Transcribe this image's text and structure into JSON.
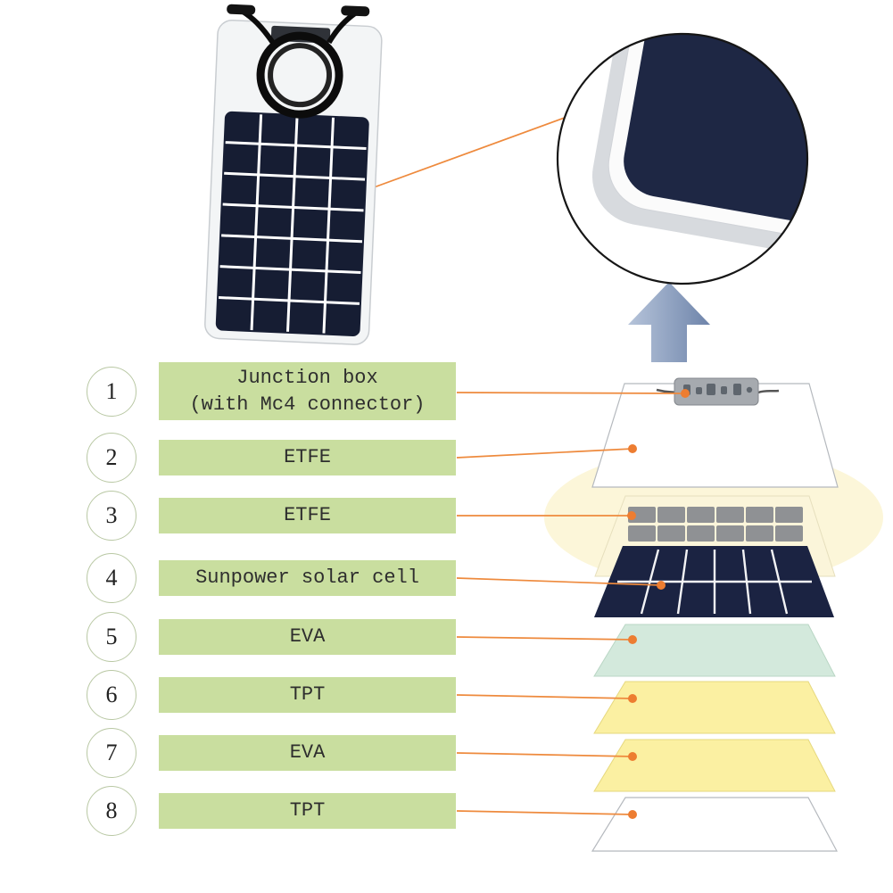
{
  "rows": [
    {
      "number": "1",
      "label": "Junction box\n(with Mc4 connector)"
    },
    {
      "number": "2",
      "label": "ETFE"
    },
    {
      "number": "3",
      "label": "ETFE"
    },
    {
      "number": "4",
      "label": "Sunpower solar cell"
    },
    {
      "number": "5",
      "label": "EVA"
    },
    {
      "number": "6",
      "label": "TPT"
    },
    {
      "number": "7",
      "label": "EVA"
    },
    {
      "number": "8",
      "label": "TPT"
    }
  ],
  "colors": {
    "label_bar_bg": "#c9de9f",
    "label_text": "#2e2e2e",
    "number_circle_border": "#b9c8a4",
    "connector_line": "#ee8a3d",
    "marker_dot": "#ed7d31",
    "arrow_light": "#b6c4da",
    "arrow_dark": "#6e84aa",
    "magnifier_outline": "#161616",
    "panel_cell_navy": "#161d33",
    "zoom_panel_navy": "#1e2744"
  },
  "stack": {
    "sheet_top": "#ffffff",
    "etfe_sheet": "#fbf5da",
    "cell_gray": "#8f9194",
    "solar_navy": "#1b2342",
    "eva_mint": "#d3e9dc",
    "tpt_yellow": "#fbf0a2",
    "eva_yellow": "#fbf0a2",
    "sheet_bottom": "#ffffff"
  }
}
